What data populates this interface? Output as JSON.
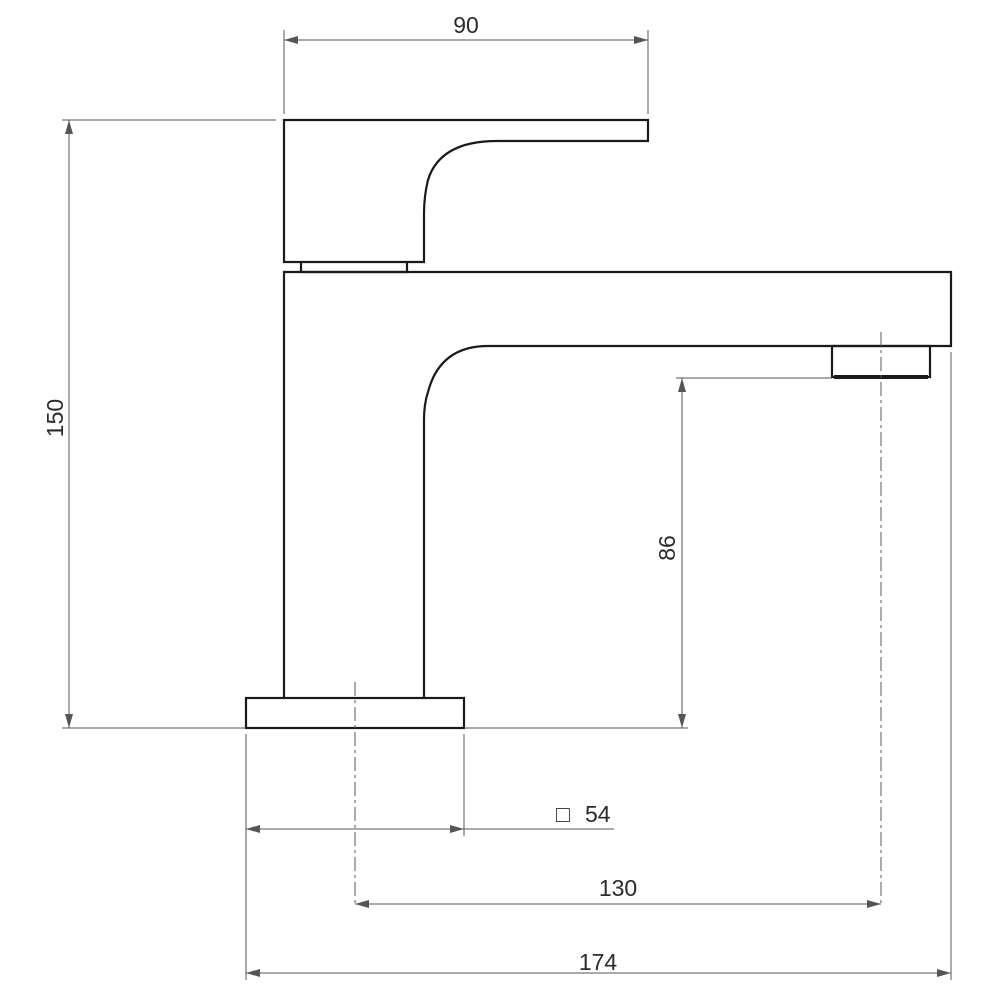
{
  "drawing": {
    "subject": "",
    "dimensions": {
      "top_width": "90",
      "overall_height": "150",
      "spout_height": "86",
      "base_square": "54",
      "base_square_symbol": "□",
      "spout_reach": "130",
      "overall_length": "174"
    },
    "colors": {
      "background": "#ffffff",
      "outline": "#1a1a1a",
      "dimension_line": "#555555",
      "text": "#2b2b2b"
    }
  }
}
